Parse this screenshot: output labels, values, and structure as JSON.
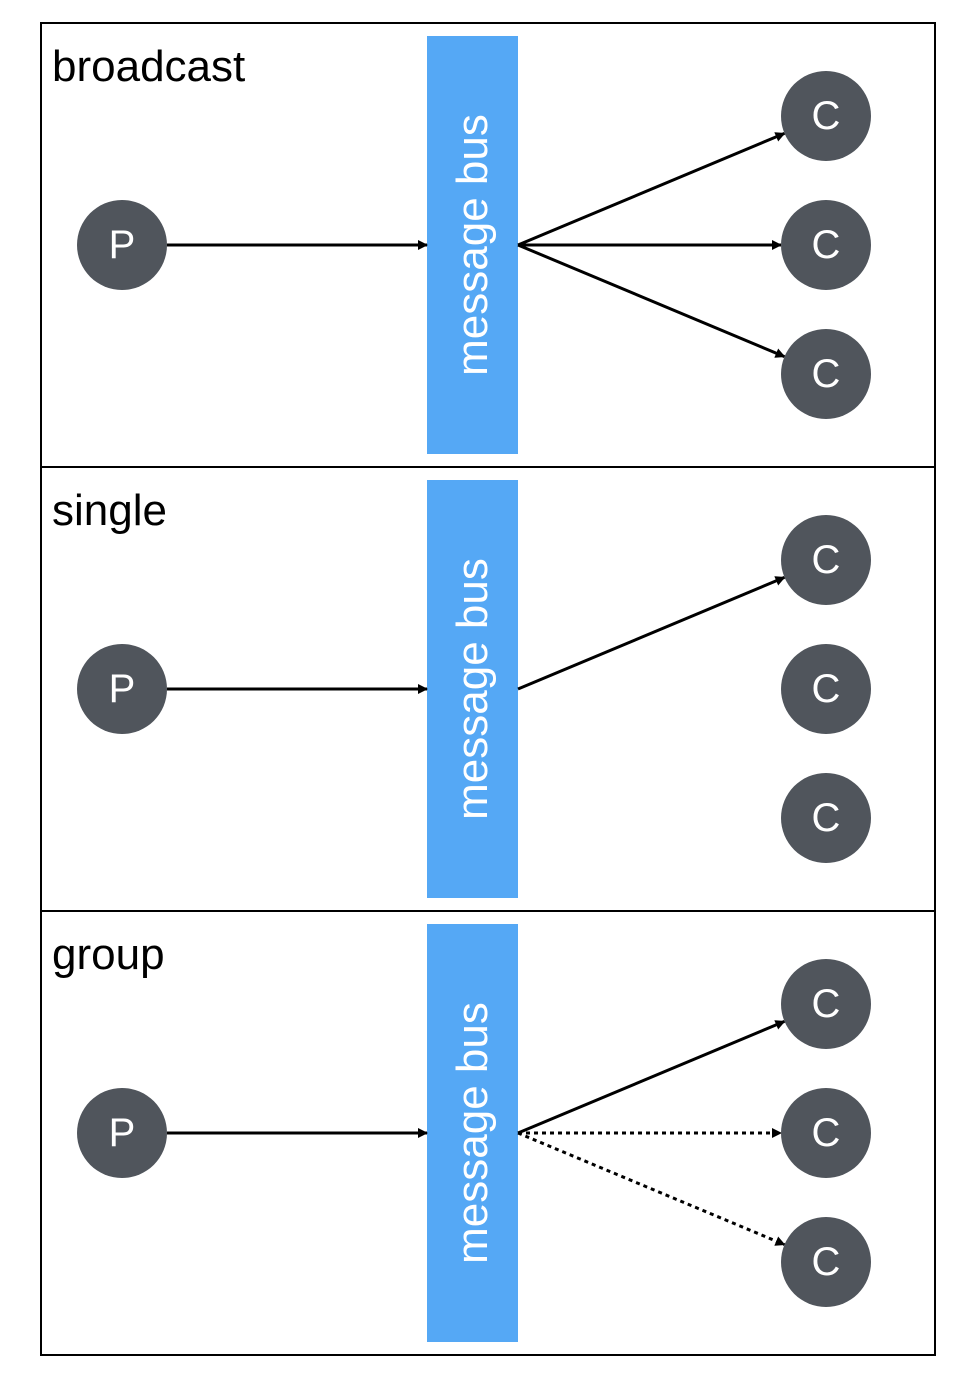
{
  "diagram": {
    "colors": {
      "bus": "#55a8f5",
      "node": "#50555c",
      "node_text": "#ffffff",
      "arrow": "#000000",
      "border": "#000000"
    },
    "bus_label": "message bus",
    "producer_label": "P",
    "consumer_label": "C",
    "panels": [
      {
        "title": "broadcast",
        "edges": [
          "solid",
          "solid",
          "solid"
        ]
      },
      {
        "title": "single",
        "edges": [
          "solid",
          "none",
          "none"
        ]
      },
      {
        "title": "group",
        "edges": [
          "solid",
          "dotted",
          "dotted"
        ]
      }
    ]
  }
}
